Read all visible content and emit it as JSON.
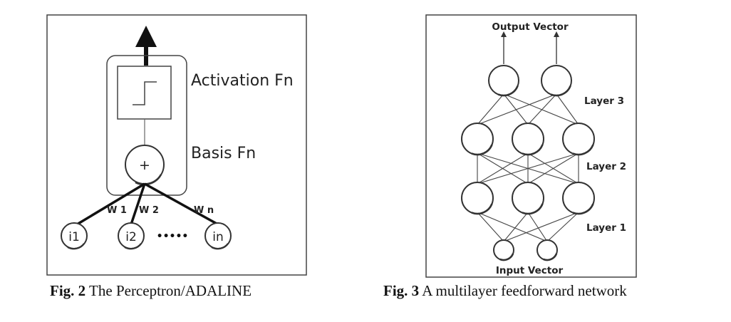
{
  "figure2": {
    "activation_label": "Activation Fn",
    "basis_label": "Basis Fn",
    "sum_symbol": "+",
    "weights": [
      "W 1",
      "W 2",
      "W n"
    ],
    "inputs": [
      "i1",
      "i2",
      "in"
    ],
    "ellipsis": "•••••",
    "caption": {
      "number": "Fig. 2",
      "text": " The Perceptron/ADALINE"
    }
  },
  "figure3": {
    "output_label": "Output Vector",
    "input_label": "Input Vector",
    "layers": [
      "Layer 3",
      "Layer 2",
      "Layer 1"
    ],
    "caption": {
      "number": "Fig. 3",
      "text": " A multilayer feedforward network"
    }
  }
}
